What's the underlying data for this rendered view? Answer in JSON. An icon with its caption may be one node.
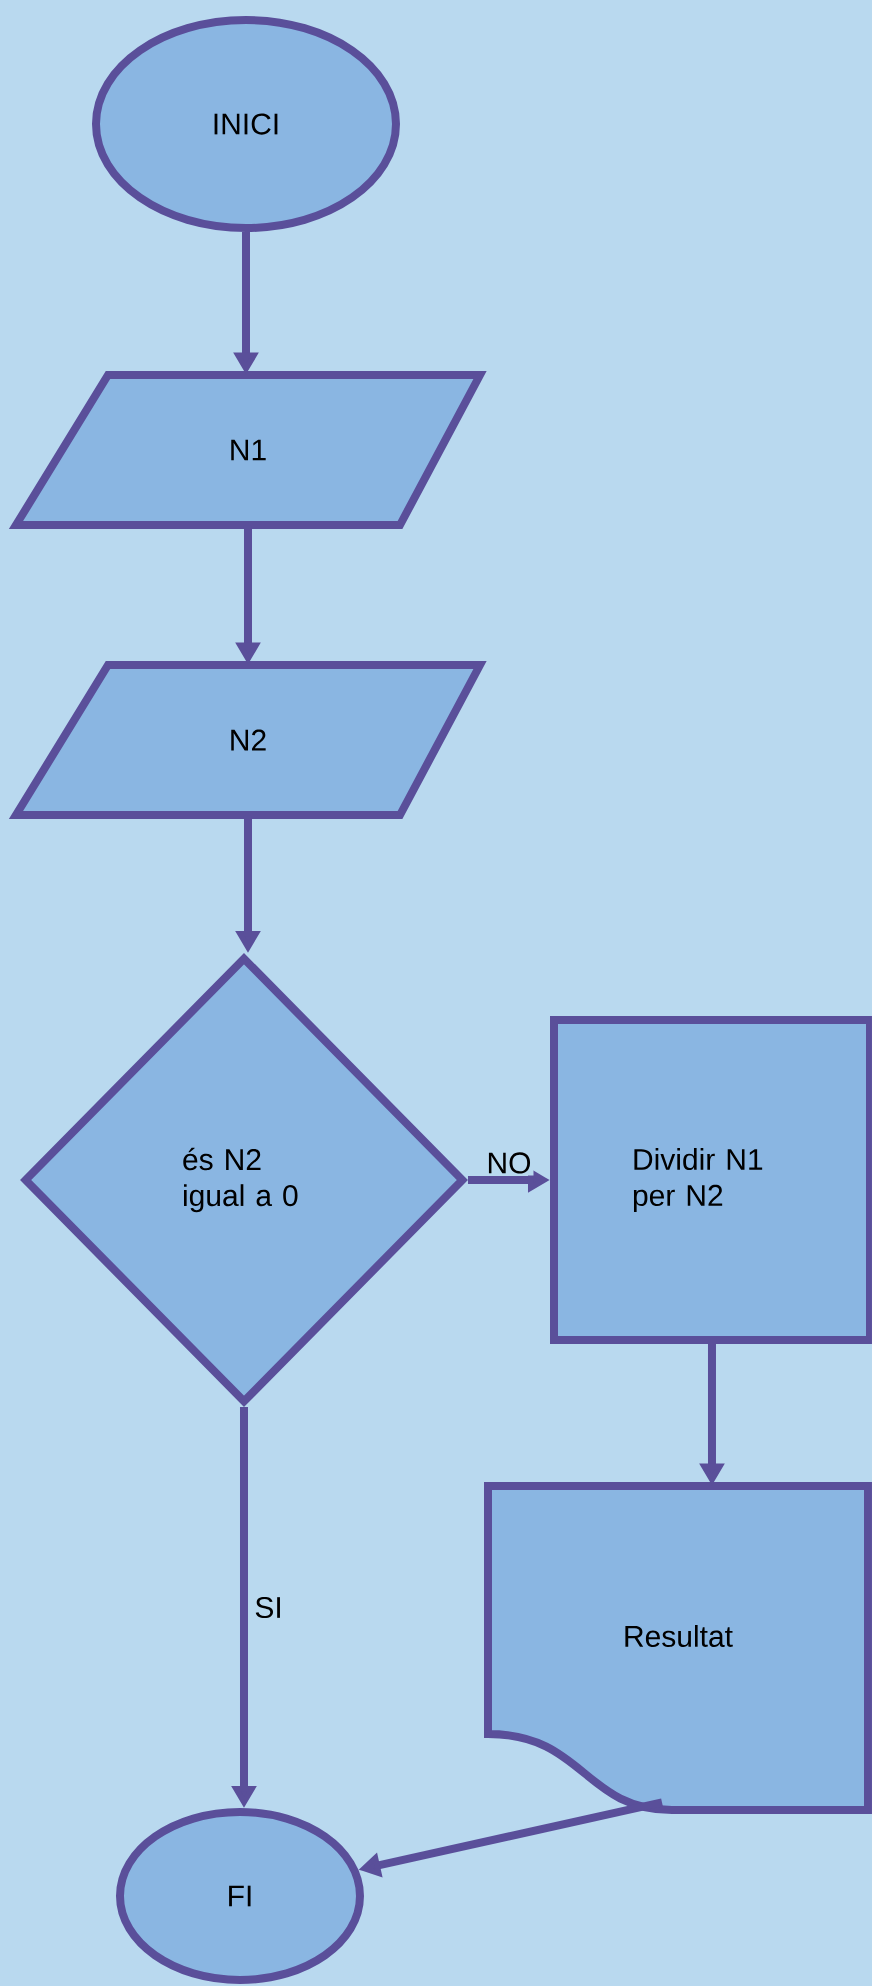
{
  "diagram": {
    "nodes": [
      {
        "text": [
          "INICI"
        ]
      },
      {
        "text": [
          "N1"
        ]
      },
      {
        "text": [
          "N2"
        ]
      },
      {
        "text": [
          "és N2 igual a 0"
        ]
      },
      {
        "text": [
          "Dividir N1 per N2"
        ]
      },
      {
        "text": [
          "Resultat"
        ]
      },
      {
        "text": [
          "FI"
        ]
      }
    ],
    "edges": [
      {
        "from": 0,
        "to": 1,
        "arrow": "to"
      },
      {
        "from": 1,
        "to": 2,
        "arrow": "to"
      },
      {
        "from": 2,
        "to": 3,
        "arrow": "to"
      },
      {
        "from": 3,
        "to": 4,
        "arrow": "to",
        "label": "NO"
      },
      {
        "from": 3,
        "to": 6,
        "arrow": "to",
        "label": "SI"
      },
      {
        "from": 4,
        "to": 5,
        "arrow": "to"
      },
      {
        "from": 5,
        "to": 6,
        "arrow": "to"
      }
    ]
  }
}
